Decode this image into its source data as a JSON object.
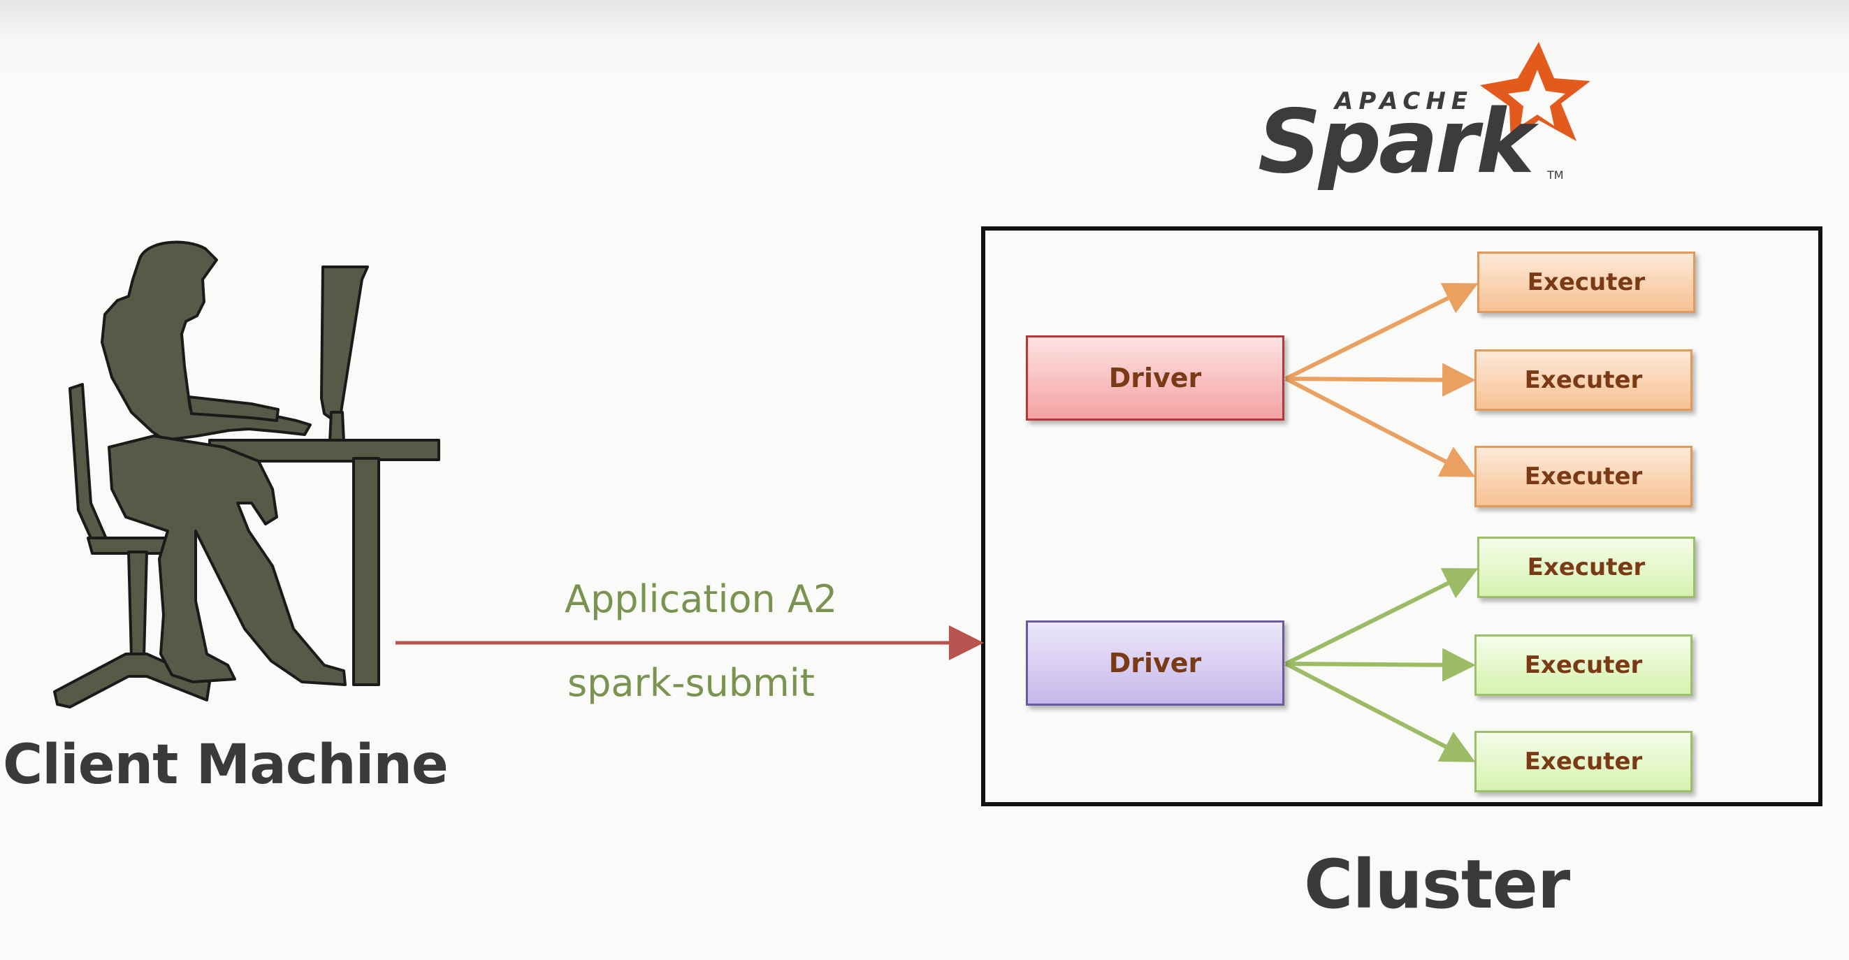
{
  "client": {
    "label": "Client Machine"
  },
  "submission": {
    "application": "Application A2",
    "command": "spark-submit"
  },
  "logo": {
    "top_word": "APACHE",
    "main_word": "Spark",
    "trademark": "TM",
    "accent_color": "#e25a1c",
    "text_color": "#3c3c3c"
  },
  "cluster": {
    "label": "Cluster",
    "drivers": [
      {
        "label": "Driver",
        "color": "#f4a3a3",
        "executers": [
          "Executer",
          "Executer",
          "Executer"
        ]
      },
      {
        "label": "Driver",
        "color": "#c6b8ea",
        "executers": [
          "Executer",
          "Executer",
          "Executer"
        ]
      }
    ]
  },
  "colors": {
    "submit_arrow": "#b85450",
    "orange_connector": "#e9a060",
    "green_connector": "#9bbb64",
    "person_fill": "#575a46"
  },
  "icons": [
    "person-at-computer-icon",
    "apache-spark-logo"
  ]
}
